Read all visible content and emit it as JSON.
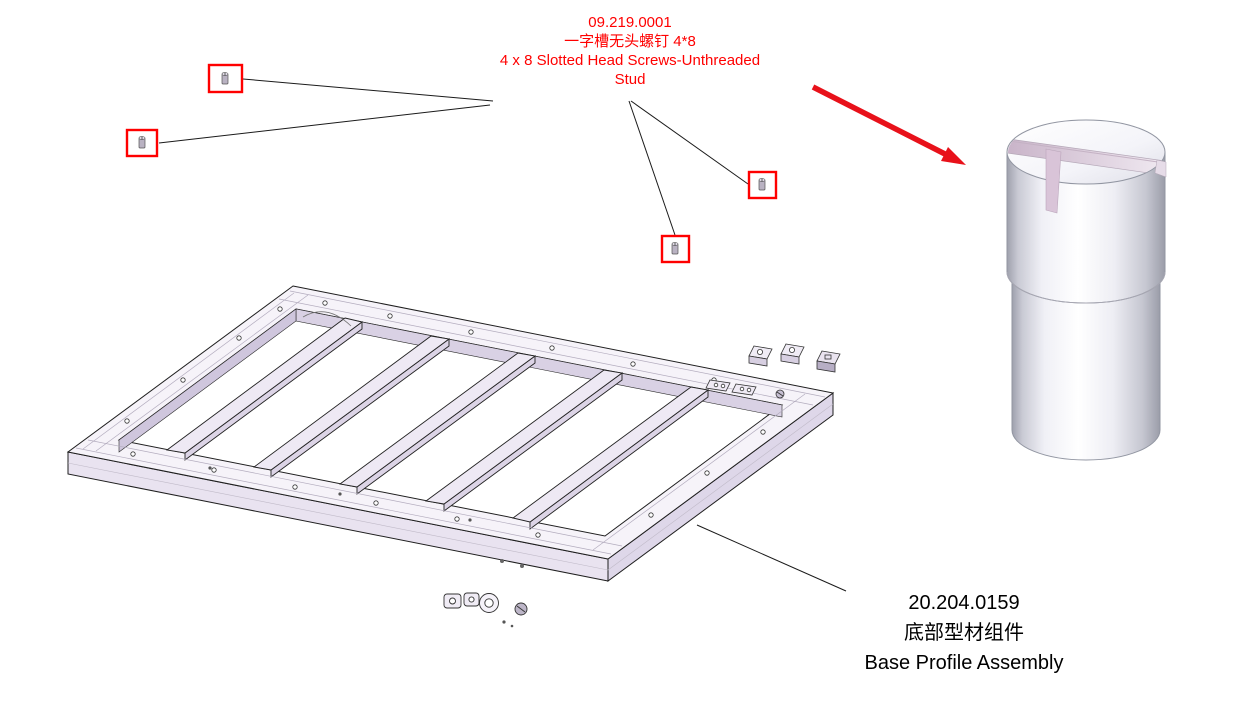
{
  "diagram": {
    "type": "exploded-assembly-callout-drawing",
    "background": "#ffffff",
    "screw_callout": {
      "part_number": "09.219.0001",
      "name_cn": "一字槽无头螺钉 4*8",
      "name_en_line1": "4 x 8 Slotted Head Screws-Unthreaded",
      "name_en_line2": "Stud",
      "text_color": "#ff0000",
      "marker_count": 4
    },
    "assembly_callout": {
      "part_number": "20.204.0159",
      "name_cn": "底部型材组件",
      "name_en": "Base Profile Assembly",
      "text_color": "#000000"
    },
    "colors": {
      "callout_red": "#ff0000",
      "arrow_red": "#e8111a",
      "leader_black": "#1a1a1a",
      "part_outline": "#1f1f1f",
      "part_fill_lavender": "#ece6f2",
      "part_fill_light": "#f6f3f9",
      "inner_wall": "#d9d1e4",
      "cylinder_shade": "#9b9da9",
      "slot_pink": "#d6c2d6"
    }
  }
}
